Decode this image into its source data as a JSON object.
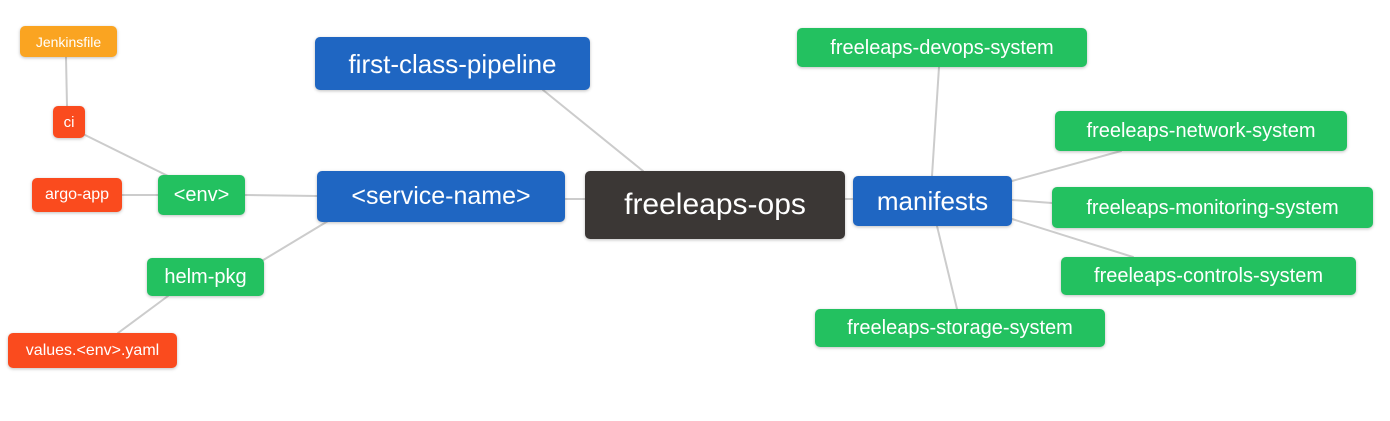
{
  "diagram": {
    "title": "freeleaps-ops repository structure mind map",
    "palette": {
      "root_bg": "#3b3735",
      "branch_bg": "#1f66c2",
      "green_bg": "#23c160",
      "red_bg": "#fa4b1e",
      "orange_bg": "#faa421",
      "text": "#ffffff",
      "edge": "#cccccc",
      "canvas_bg": "#ffffff"
    },
    "nodes": {
      "root": {
        "label": "freeleaps-ops"
      },
      "first_class_pipeline": {
        "label": "first-class-pipeline"
      },
      "service_name": {
        "label": "<service-name>"
      },
      "manifests": {
        "label": "manifests"
      },
      "env": {
        "label": "<env>"
      },
      "helm_pkg": {
        "label": "helm-pkg"
      },
      "ci": {
        "label": "ci"
      },
      "jenkinsfile": {
        "label": "Jenkinsfile"
      },
      "argo_app": {
        "label": "argo-app"
      },
      "values_env_yaml": {
        "label": "values.<env>.yaml"
      },
      "devops_system": {
        "label": "freeleaps-devops-system"
      },
      "network_system": {
        "label": "freeleaps-network-system"
      },
      "monitoring_system": {
        "label": "freeleaps-monitoring-system"
      },
      "controls_system": {
        "label": "freeleaps-controls-system"
      },
      "storage_system": {
        "label": "freeleaps-storage-system"
      }
    },
    "edges": [
      [
        "jenkinsfile",
        "ci"
      ],
      [
        "ci",
        "env"
      ],
      [
        "argo_app",
        "env"
      ],
      [
        "env",
        "service_name"
      ],
      [
        "helm_pkg",
        "service_name"
      ],
      [
        "values_env_yaml",
        "helm_pkg"
      ],
      [
        "first_class_pipeline",
        "root"
      ],
      [
        "service_name",
        "root"
      ],
      [
        "root",
        "manifests"
      ],
      [
        "manifests",
        "devops_system"
      ],
      [
        "manifests",
        "network_system"
      ],
      [
        "manifests",
        "monitoring_system"
      ],
      [
        "manifests",
        "controls_system"
      ],
      [
        "manifests",
        "storage_system"
      ]
    ]
  }
}
